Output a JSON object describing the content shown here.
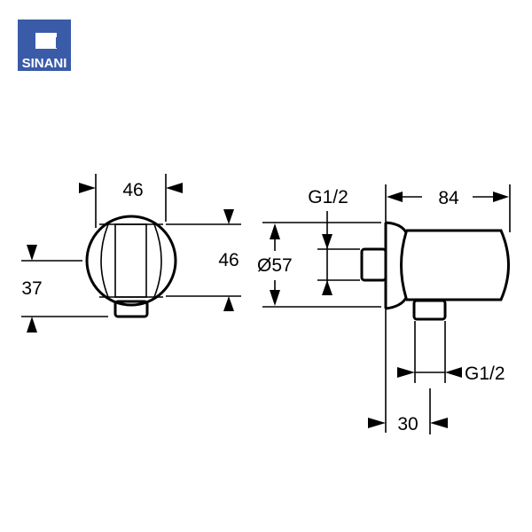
{
  "logo": {
    "text": "SINANI",
    "color": "#3a5ba8"
  },
  "front_view": {
    "width_label": "46",
    "height_label": "46",
    "outlet_height_label": "37"
  },
  "side_view": {
    "depth_label": "84",
    "diameter_label": "Ø57",
    "inlet_thread_label": "G1/2",
    "outlet_thread_label": "G1/2",
    "outlet_offset_label": "30"
  }
}
